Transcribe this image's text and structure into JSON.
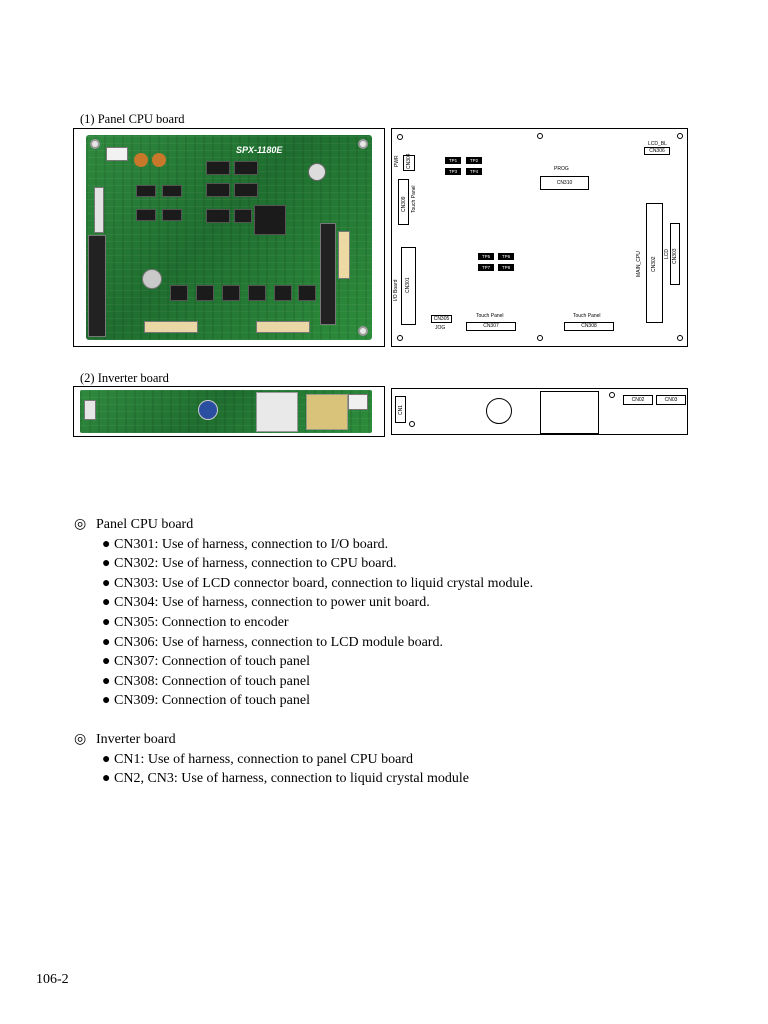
{
  "figure1": {
    "caption": "(1) Panel CPU board",
    "photo_marking": "SPX-1180E",
    "diagram": {
      "lcd_bl": "LCD_BL",
      "cn306": "CN306",
      "cn304": "CN304",
      "pwr": "PWR",
      "cn309": "CN309",
      "touch_panel_side": "Touch Panel",
      "tp1": "TP1",
      "tp2": "TP2",
      "tp3": "TP3",
      "tp4": "TP4",
      "prog": "PROG",
      "cn310": "CN310",
      "tp5": "TP5",
      "tp6": "TP6",
      "tp7": "TP7",
      "tp8": "TP8",
      "io_board": "I/O Board",
      "cn301": "CN301",
      "main_cpu": "MAIN_CPU",
      "cn302": "CN302",
      "lcd": "LCD",
      "cn303": "CN303",
      "cn305": "CN305",
      "jog": "JOG",
      "touch_panel_1": "Touch Panel",
      "cn307": "CN307",
      "touch_panel_2": "Touch Panel",
      "cn308": "CN308"
    }
  },
  "figure2": {
    "caption": "(2) Inverter board",
    "diagram": {
      "cn1": "CN1",
      "cn02": "CN02",
      "cn03": "CN03"
    }
  },
  "sections": [
    {
      "symbol": "◎",
      "title": "Panel CPU board",
      "items": [
        "CN301: Use of harness, connection to I/O board.",
        "CN302: Use of harness, connection to CPU board.",
        "CN303: Use of LCD connector board, connection to liquid crystal module.",
        "CN304: Use of harness, connection to power unit board.",
        "CN305: Connection to encoder",
        "CN306: Use of harness, connection to LCD module board.",
        "CN307: Connection of touch panel",
        "CN308: Connection of touch panel",
        "CN309: Connection of touch panel"
      ]
    },
    {
      "symbol": "◎",
      "title": "Inverter board",
      "items": [
        "CN1: Use of harness, connection to panel CPU board",
        "CN2, CN3: Use of harness, connection to liquid crystal module"
      ]
    }
  ],
  "bullet": "●",
  "page_number": "106-2"
}
